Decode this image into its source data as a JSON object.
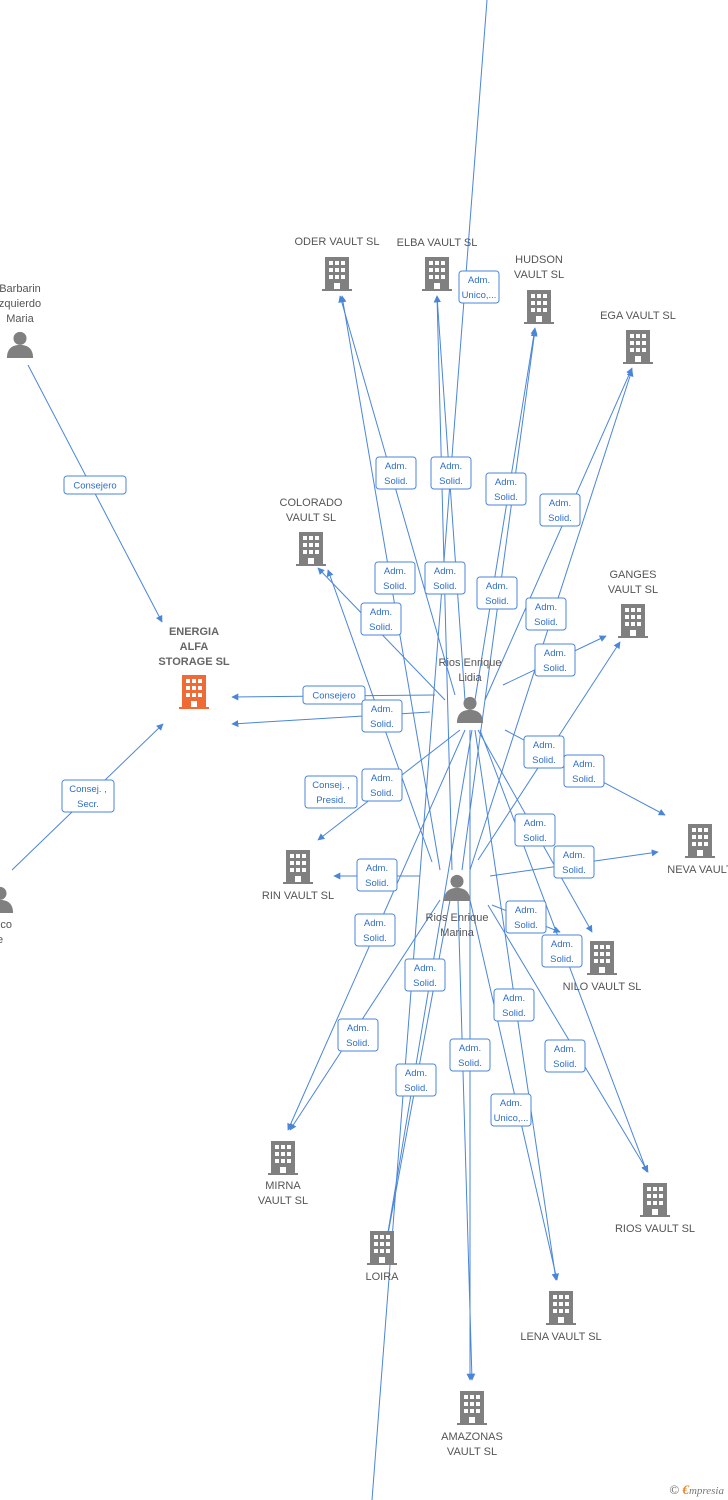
{
  "colors": {
    "edge": "#4a86d8",
    "building": "#808080",
    "building_main": "#f06a35",
    "person": "#808080"
  },
  "nodes": [
    {
      "id": "barbarin",
      "kind": "person",
      "lines": [
        "Barbarin",
        "zquierdo",
        "Maria"
      ]
    },
    {
      "id": "energia",
      "kind": "building-main",
      "lines": [
        "ENERGIA",
        "ALFA",
        "STORAGE  SL"
      ]
    },
    {
      "id": "blanco",
      "kind": "person",
      "lines": [
        "anco",
        "e"
      ]
    },
    {
      "id": "oder",
      "kind": "building",
      "lines": [
        "ODER VAULT  SL"
      ]
    },
    {
      "id": "elba",
      "kind": "building",
      "lines": [
        "ELBA VAULT  SL"
      ]
    },
    {
      "id": "hudson",
      "kind": "building",
      "lines": [
        "HUDSON",
        "VAULT  SL"
      ]
    },
    {
      "id": "ega",
      "kind": "building",
      "lines": [
        "EGA VAULT  SL"
      ]
    },
    {
      "id": "colorado",
      "kind": "building",
      "lines": [
        "COLORADO",
        "VAULT  SL"
      ]
    },
    {
      "id": "ganges",
      "kind": "building",
      "lines": [
        "GANGES",
        "VAULT  SL"
      ]
    },
    {
      "id": "lidia",
      "kind": "person",
      "lines": [
        "Rios Enrique",
        "Lidia"
      ]
    },
    {
      "id": "marina",
      "kind": "person",
      "lines": [
        "Rios Enrique",
        "Marina"
      ]
    },
    {
      "id": "rin",
      "kind": "building",
      "lines": [
        "RIN VAULT  SL"
      ]
    },
    {
      "id": "neva",
      "kind": "building",
      "lines": [
        "NEVA VAULT"
      ]
    },
    {
      "id": "nilo",
      "kind": "building",
      "lines": [
        "NILO VAULT  SL"
      ]
    },
    {
      "id": "mirna",
      "kind": "building",
      "lines": [
        "MIRNA",
        "VAULT  SL"
      ]
    },
    {
      "id": "loira",
      "kind": "building",
      "lines": [
        "LOIRA"
      ]
    },
    {
      "id": "rios",
      "kind": "building",
      "lines": [
        "RIOS VAULT  SL"
      ]
    },
    {
      "id": "lena",
      "kind": "building",
      "lines": [
        "LENA VAULT  SL"
      ]
    },
    {
      "id": "amazonas",
      "kind": "building",
      "lines": [
        "AMAZONAS",
        "VAULT  SL"
      ]
    }
  ],
  "edge_labels": [
    [
      "Consejero"
    ],
    [
      "Consej. ,",
      "Secr."
    ],
    [
      "Adm.",
      "Unico,..."
    ],
    [
      "Adm.",
      "Solid."
    ],
    [
      "Adm.",
      "Solid."
    ],
    [
      "Adm.",
      "Solid."
    ],
    [
      "Adm.",
      "Solid."
    ],
    [
      "Adm.",
      "Solid."
    ],
    [
      "Adm.",
      "Solid."
    ],
    [
      "Adm.",
      "Solid."
    ],
    [
      "Adm.",
      "Solid."
    ],
    [
      "Adm.",
      "Solid."
    ],
    [
      "Consejero"
    ],
    [
      "Adm.",
      "Solid."
    ],
    [
      "Consej. ,",
      "Presid."
    ],
    [
      "Adm.",
      "Solid."
    ],
    [
      "Adm.",
      "Solid."
    ],
    [
      "Adm.",
      "Solid."
    ],
    [
      "Adm.",
      "Solid."
    ],
    [
      "Adm.",
      "Solid."
    ],
    [
      "Adm.",
      "Solid."
    ],
    [
      "Adm.",
      "Solid."
    ],
    [
      "Adm.",
      "Solid."
    ],
    [
      "Adm.",
      "Solid."
    ],
    [
      "Adm.",
      "Solid."
    ],
    [
      "Adm.",
      "Solid."
    ],
    [
      "Adm.",
      "Solid."
    ],
    [
      "Adm.",
      "Solid."
    ],
    [
      "Adm.",
      "Solid."
    ],
    [
      "Adm.",
      "Solid."
    ],
    [
      "Adm.",
      "Solid."
    ],
    [
      "Adm.",
      "Unico,..."
    ]
  ],
  "brand": {
    "copyright": "©",
    "initial": "€",
    "rest": "mpresia"
  }
}
